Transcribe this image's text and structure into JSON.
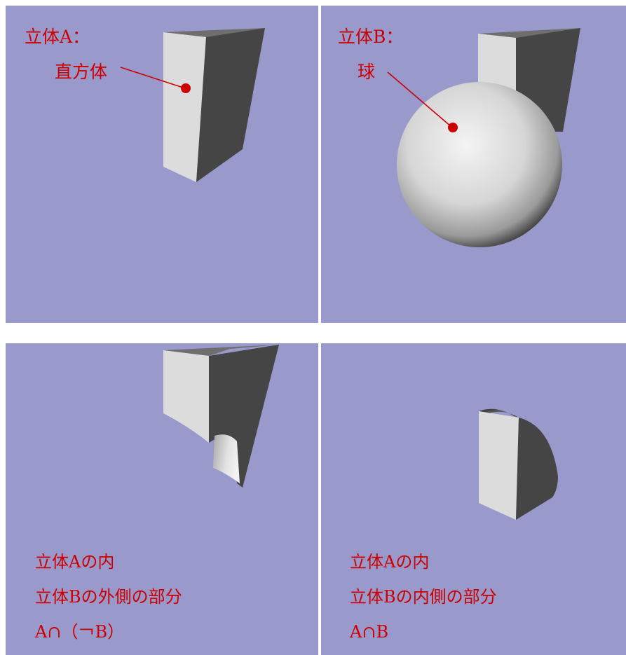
{
  "panels": {
    "solid_a": {
      "title": "立体A：",
      "name": "直方体"
    },
    "solid_b": {
      "title": "立体B：",
      "name": "球"
    },
    "difference": {
      "lines": [
        "立体Aの内",
        "立体Bの外側の部分",
        "A∩（￢B）"
      ]
    },
    "intersection": {
      "lines": [
        "立体Aの内",
        "立体Bの内側の部分",
        "A∩B"
      ]
    }
  },
  "colors": {
    "background": "#9999cc",
    "label": "#cc0000",
    "face_light": "#dcdcdc",
    "face_dark": "#454545",
    "face_top": "#6e6e6e"
  }
}
